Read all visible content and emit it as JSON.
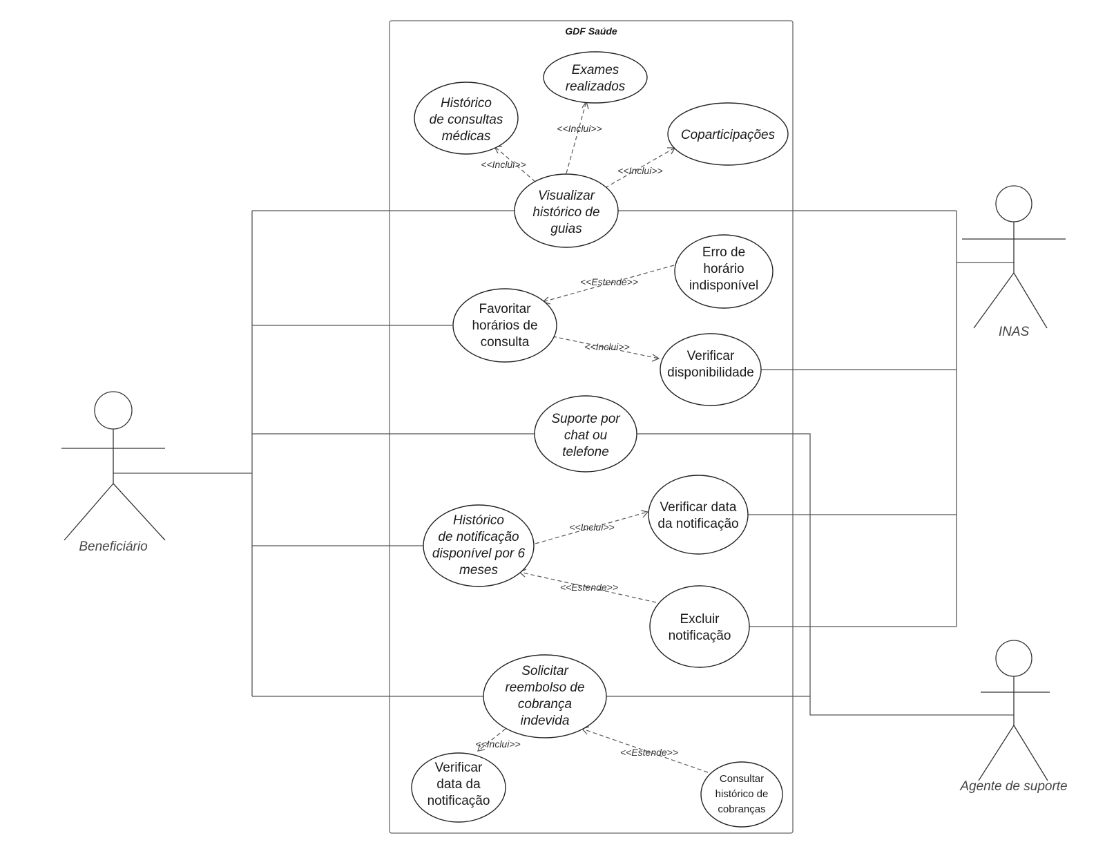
{
  "system": {
    "title": "GDF Saúde"
  },
  "actors": {
    "beneficiario": "Beneficiário",
    "inas": "INAS",
    "agente": "Agente de suporte"
  },
  "use_cases": {
    "historico_consultas": [
      "Histórico",
      "de consultas",
      "médicas"
    ],
    "exames": [
      "Exames",
      "realizados"
    ],
    "coparticipacoes": [
      "Coparticipações"
    ],
    "visualizar_guias": [
      "Visualizar",
      "histórico de",
      "guias"
    ],
    "erro_horario": [
      "Erro de",
      "horário",
      "indisponível"
    ],
    "favoritar": [
      "Favoritar",
      "horários de",
      "consulta"
    ],
    "verificar_disp": [
      "Verificar",
      "disponibilidade"
    ],
    "suporte": [
      "Suporte por",
      "chat ou",
      "telefone"
    ],
    "verificar_data_1": [
      "Verificar data",
      "da notificação"
    ],
    "historico_notificacao": [
      "Histórico",
      "de notificação",
      "disponível por 6",
      "meses"
    ],
    "excluir": [
      "Excluir",
      "notificação"
    ],
    "reembolso": [
      "Solicitar",
      "reembolso de",
      "cobrança",
      "indevida"
    ],
    "verificar_data_2": [
      "Verificar",
      "data da",
      "notificação"
    ],
    "consultar_cobrancas": [
      "Consultar",
      "histórico de",
      "cobranças"
    ]
  },
  "relations": {
    "inclui": "<<Inclui>>",
    "estende": "<<Estende>>"
  }
}
